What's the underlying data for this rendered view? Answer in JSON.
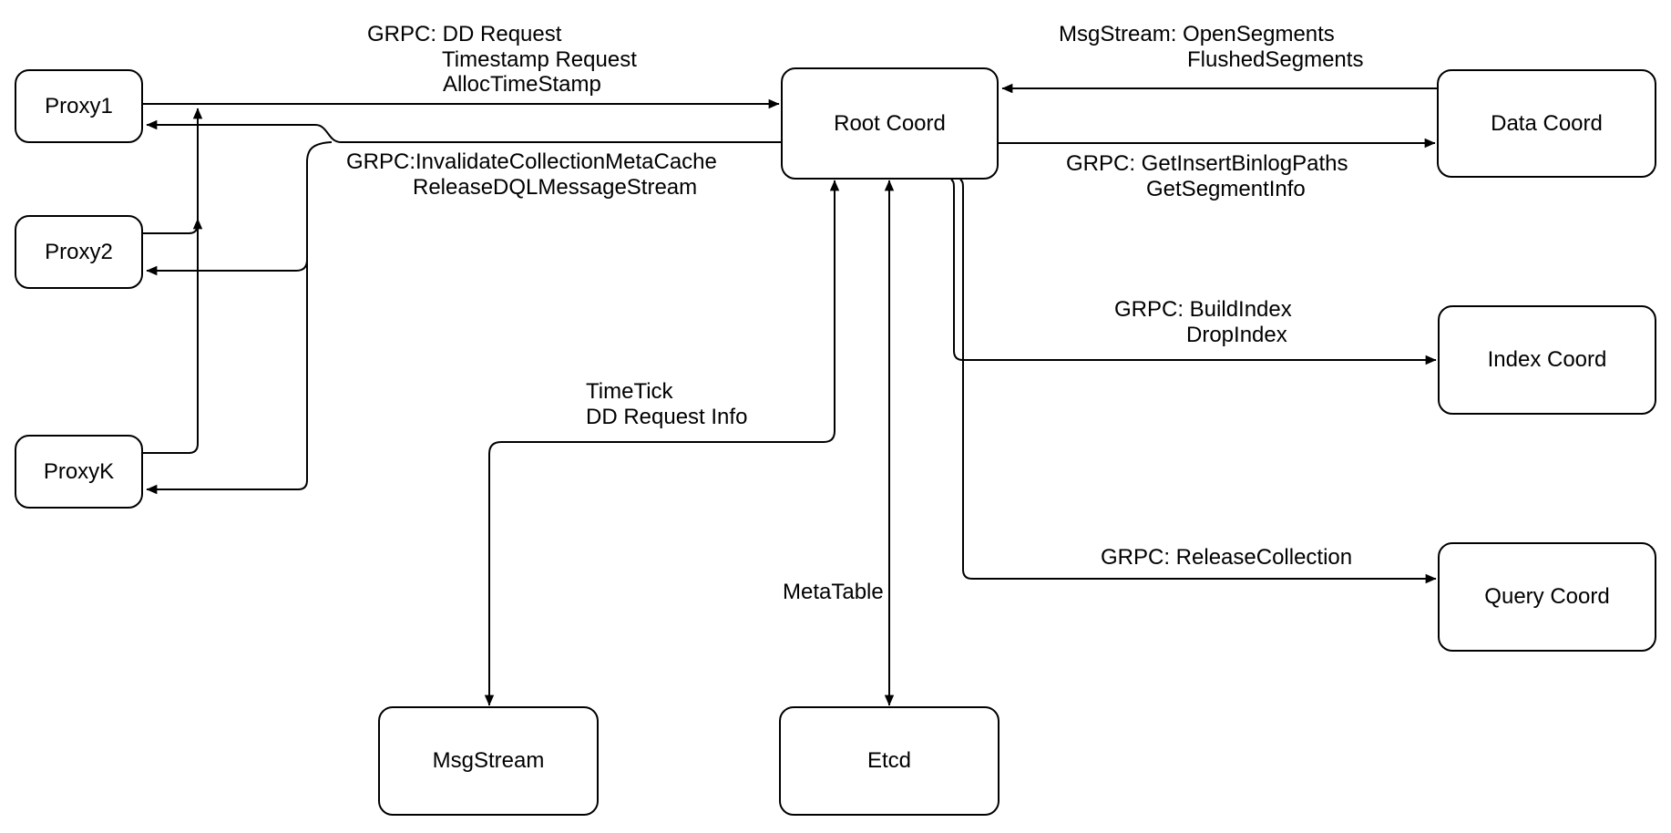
{
  "canvas": {
    "background_color": "#ffffff",
    "stroke_color": "#000000",
    "text_color": "#000000"
  },
  "diagram": {
    "nodes": [
      {
        "id": "proxy1",
        "label": "Proxy1"
      },
      {
        "id": "proxy2",
        "label": "Proxy2"
      },
      {
        "id": "proxyk",
        "label": "ProxyK"
      },
      {
        "id": "root-coord",
        "label": "Root Coord"
      },
      {
        "id": "data-coord",
        "label": "Data Coord"
      },
      {
        "id": "index-coord",
        "label": "Index Coord"
      },
      {
        "id": "query-coord",
        "label": "Query Coord"
      },
      {
        "id": "msgstream",
        "label": "MsgStream"
      },
      {
        "id": "etcd",
        "label": "Etcd"
      }
    ],
    "edges": [
      {
        "from": "Proxy1/Proxy2/ProxyK",
        "to": "Root Coord",
        "bidirectional": false,
        "label_lines": [
          "GRPC: DD Request",
          "Timestamp Request",
          "AllocTimeStamp"
        ]
      },
      {
        "from": "Root Coord",
        "to": "Proxy1/Proxy2/ProxyK",
        "bidirectional": false,
        "label_lines": [
          "GRPC:InvalidateCollectionMetaCache",
          "ReleaseDQLMessageStream"
        ]
      },
      {
        "from": "Data Coord",
        "to": "Root Coord",
        "bidirectional": false,
        "label_lines": [
          "MsgStream: OpenSegments",
          "FlushedSegments"
        ]
      },
      {
        "from": "Root Coord",
        "to": "Data Coord",
        "bidirectional": false,
        "label_lines": [
          "GRPC: GetInsertBinlogPaths",
          "GetSegmentInfo"
        ]
      },
      {
        "from": "Root Coord",
        "to": "Index Coord",
        "bidirectional": false,
        "label_lines": [
          "GRPC: BuildIndex",
          "DropIndex"
        ]
      },
      {
        "from": "Root Coord",
        "to": "Query Coord",
        "bidirectional": false,
        "label_lines": [
          "GRPC: ReleaseCollection"
        ]
      },
      {
        "from": "Root Coord",
        "to": "MsgStream",
        "bidirectional": true,
        "label_lines": [
          "TimeTick",
          "DD Request Info"
        ]
      },
      {
        "from": "Root Coord",
        "to": "Etcd",
        "bidirectional": true,
        "label_lines": [
          "MetaTable"
        ]
      }
    ]
  }
}
